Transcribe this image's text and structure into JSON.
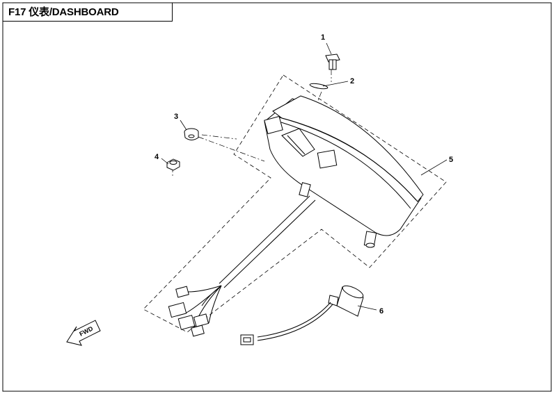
{
  "title": "F17 仪表/DASHBOARD",
  "fwd_label": "FWD",
  "callouts": [
    {
      "number": "1"
    },
    {
      "number": "2"
    },
    {
      "number": "3"
    },
    {
      "number": "4"
    },
    {
      "number": "5"
    },
    {
      "number": "6"
    }
  ],
  "colors": {
    "line": "#000000",
    "paper": "#ffffff"
  }
}
